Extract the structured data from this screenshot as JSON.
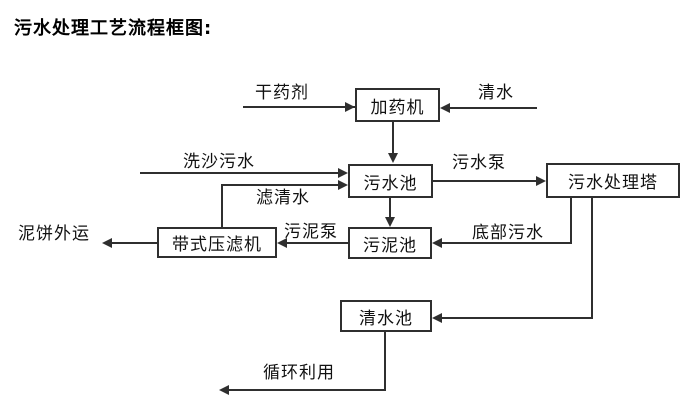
{
  "title": "污水处理工艺流程框图:",
  "colors": {
    "background": "#ffffff",
    "line": "#2f2f2f",
    "text": "#111111"
  },
  "nodes": {
    "dosing_machine": "加药机",
    "sewage_pool": "污水池",
    "treatment_tower": "污水处理塔",
    "sludge_pool": "污泥池",
    "belt_filter_press": "带式压滤机",
    "clean_water_pool": "清水池"
  },
  "labels": {
    "dry_agent": "干药剂",
    "clean_water": "清水",
    "sand_washing_sewage": "洗沙污水",
    "filtered_water": "滤清水",
    "sewage_pump": "污水泵",
    "bottom_sewage": "底部污水",
    "sludge_pump": "污泥泵",
    "mud_cake_out": "泥饼外运",
    "recycle_use": "循环利用"
  },
  "edges": [
    {
      "source": "external",
      "target": "加药机",
      "label": "干药剂"
    },
    {
      "source": "external",
      "target": "加药机",
      "label": "清水"
    },
    {
      "source": "加药机",
      "target": "污水池",
      "label": ""
    },
    {
      "source": "external",
      "target": "污水池",
      "label": "洗沙污水"
    },
    {
      "source": "带式压滤机",
      "target": "污水池",
      "label": "滤清水"
    },
    {
      "source": "污水池",
      "target": "污水处理塔",
      "label": "污水泵"
    },
    {
      "source": "污水池",
      "target": "污泥池",
      "label": ""
    },
    {
      "source": "污水处理塔",
      "target": "污泥池",
      "label": "底部污水"
    },
    {
      "source": "污泥池",
      "target": "带式压滤机",
      "label": "污泥泵"
    },
    {
      "source": "带式压滤机",
      "target": "external",
      "label": "泥饼外运"
    },
    {
      "source": "污水处理塔",
      "target": "清水池",
      "label": ""
    },
    {
      "source": "清水池",
      "target": "external",
      "label": "循环利用"
    }
  ]
}
